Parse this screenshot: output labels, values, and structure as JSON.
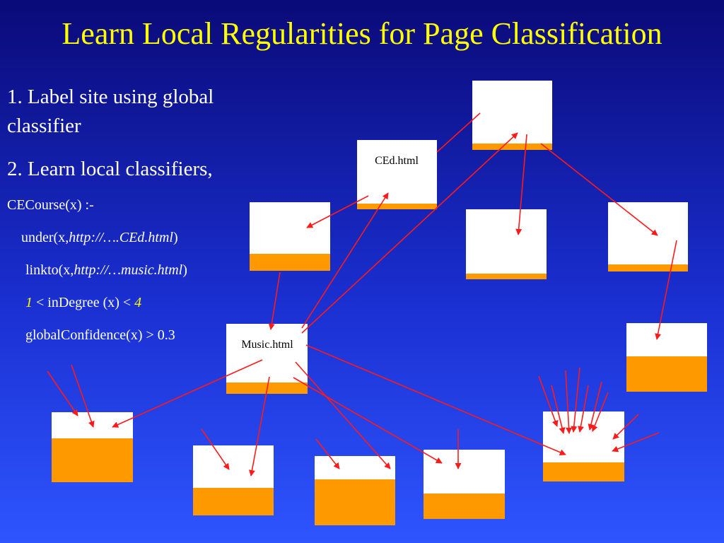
{
  "title": "Learn Local Regularities for Page Classification",
  "steps": {
    "step1_line1": "1. Label site using global",
    "step1_line2": "classifier",
    "step2": "2. Learn local classifiers,"
  },
  "rule": {
    "head": "CECourse(x) :-",
    "under_prefix": "under(x,",
    "under_arg": "http://….CEd.html",
    "under_suffix": ")",
    "linkto_prefix": "linkto(x,",
    "linkto_arg": "http://…music.html",
    "linkto_suffix": ")",
    "indegree_low": "1",
    "indegree_mid": " < inDegree (x) < ",
    "indegree_high": "4",
    "confidence": "globalConfidence(x) > 0.3"
  },
  "pages": {
    "ced_label": "CEd.html",
    "music_label": "Music.html"
  },
  "colors": {
    "background_top": "#0a0a78",
    "background_bottom": "#2e55ff",
    "title": "#ffff00",
    "page_fill": "#ffffff",
    "page_band": "#ff9900",
    "arrow": "#ff1a1a"
  }
}
